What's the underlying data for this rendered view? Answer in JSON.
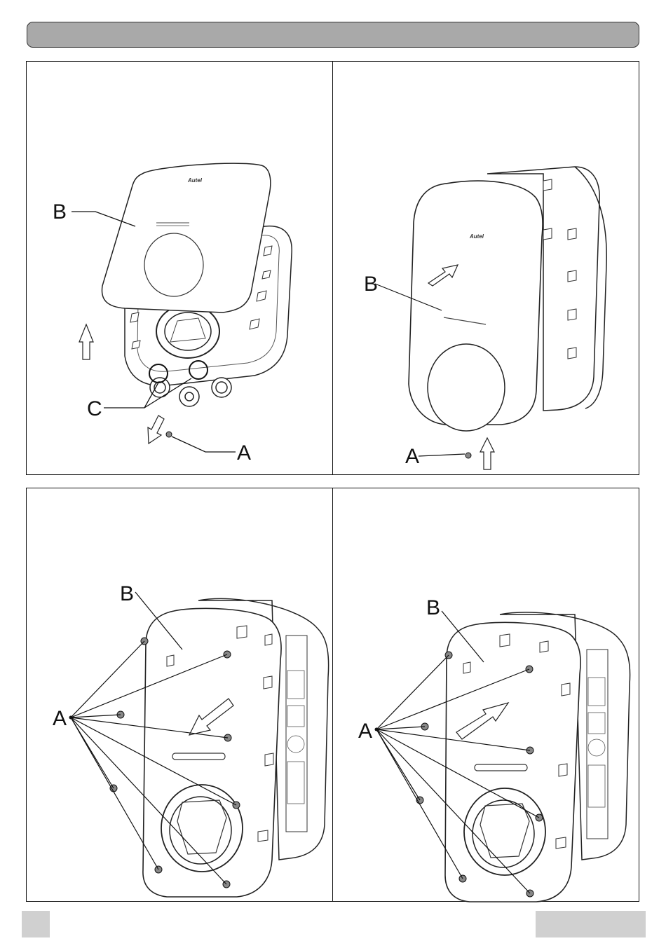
{
  "header": {
    "title": ""
  },
  "panels": [
    {
      "id": "p1",
      "labels": {
        "a": "A",
        "b": "B",
        "c": "C"
      },
      "logo_text": "Autel"
    },
    {
      "id": "p2",
      "labels": {
        "a": "A",
        "b": "B"
      },
      "logo_text": "Autel"
    },
    {
      "id": "p3",
      "labels": {
        "a": "A",
        "b": "B"
      }
    },
    {
      "id": "p4",
      "labels": {
        "a": "A",
        "b": "B"
      }
    }
  ],
  "footer": {
    "page_number": "",
    "section": ""
  }
}
